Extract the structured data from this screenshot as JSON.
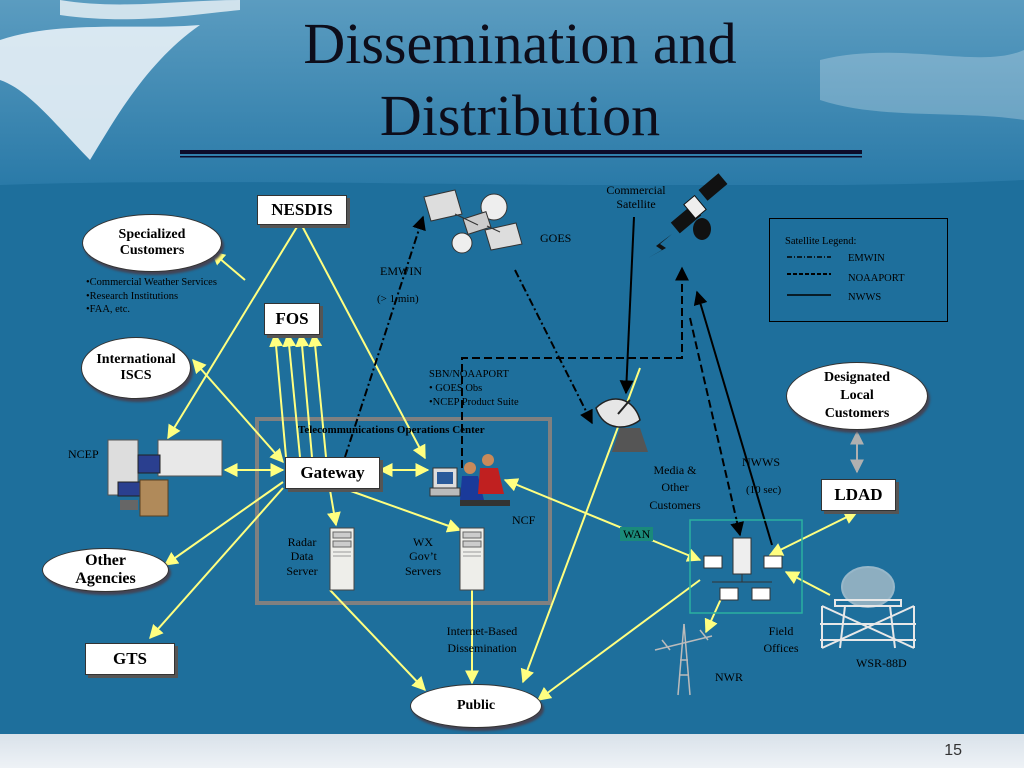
{
  "title_lines": [
    "Dissemination and",
    "Distribution"
  ],
  "nodes": {
    "nesdis": "NESDIS",
    "fos": "FOS",
    "gateway": "Gateway",
    "ldad": "LDAD",
    "gts": "GTS",
    "public": "Public",
    "specialized_customers": [
      "Specialized",
      "Customers"
    ],
    "international_iscs": [
      "International",
      "ISCS"
    ],
    "other_agencies": [
      "Other",
      "Agencies"
    ],
    "designated_local_customers": [
      "Designated",
      "Local",
      "Customers"
    ]
  },
  "customer_bullets": [
    "•Commercial Weather Services",
    "•Research Institutions",
    "•FAA, etc."
  ],
  "labels": {
    "commercial_satellite": [
      "Commercial",
      "Satellite"
    ],
    "goes": "GOES",
    "emwin": "EMWIN",
    "emwin_interval": "(> 1 min)",
    "sbn_noaaport": [
      "SBN/NOAAPORT",
      "• GOES Obs",
      "•NCEP Product Suite"
    ],
    "toc": "Telecommunications Operations Center",
    "ncep": "NCEP",
    "ncf": "NCF",
    "radar_data_server": [
      "Radar",
      "Data",
      "Server"
    ],
    "wx_govt_servers": [
      "WX",
      "Gov’t",
      "Servers"
    ],
    "media_other_customers": [
      "Media &",
      "Other",
      "Customers"
    ],
    "nwws": "NWWS",
    "nwws_interval": "(10 sec)",
    "wan": "WAN",
    "internet_dissemination": [
      "Internet-Based",
      "Dissemination"
    ],
    "field_offices": [
      "Field",
      "Offices"
    ],
    "wsr88d": "WSR-88D",
    "nwr": "NWR"
  },
  "legend": {
    "title": "Satellite Legend:",
    "items": [
      "EMWIN",
      "NOAAPORT",
      "NWWS"
    ]
  },
  "page_number": "15",
  "colors": {
    "background": "#1e6f9c",
    "link": "#ffff80",
    "toc_border": "#808080",
    "wan": "#1a8a7a"
  }
}
